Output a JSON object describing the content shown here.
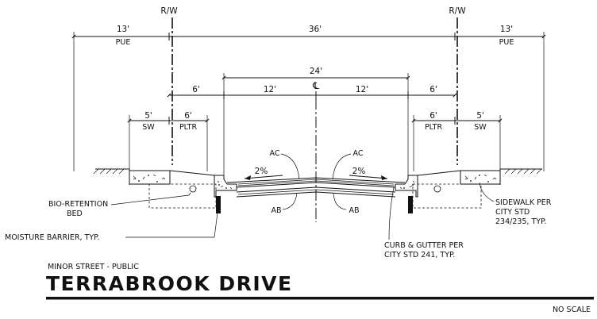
{
  "dims": {
    "top_left": "13'",
    "top_center": "36'",
    "top_right": "13'",
    "pue_left": "PUE",
    "pue_right": "PUE",
    "roadway": "24'",
    "lane_left": "12'",
    "lane_right": "12'",
    "pltr_dim_left": "6'",
    "pltr_dim_right": "6'",
    "sw_dim_left": "5'",
    "sw_dim_right": "5'",
    "sub_pltr_left": "6'",
    "sub_pltr_right": "6'"
  },
  "labels": {
    "rw_left": "R/W",
    "rw_right": "R/W",
    "centerline": "℄",
    "sw_left": "SW",
    "sw_right": "SW",
    "pltr_left": "PLTR",
    "pltr_right": "PLTR",
    "ac_left": "AC",
    "ac_right": "AC",
    "ab_left": "AB",
    "ab_right": "AB",
    "slope_left": "2%",
    "slope_right": "2%",
    "bio_line1": "BIO-RETENTION",
    "bio_line2": "BED",
    "moisture": "MOISTURE BARRIER, TYP.",
    "sidewalk_line1": "SIDEWALK PER",
    "sidewalk_line2": "CITY STD",
    "sidewalk_line3": "234/235, TYP.",
    "curb_line1": "CURB & GUTTER PER",
    "curb_line2": "CITY STD 241, TYP."
  },
  "title": {
    "subtitle": "MINOR STREET - PUBLIC",
    "name": "TERRABROOK DRIVE",
    "scale": "NO SCALE"
  }
}
